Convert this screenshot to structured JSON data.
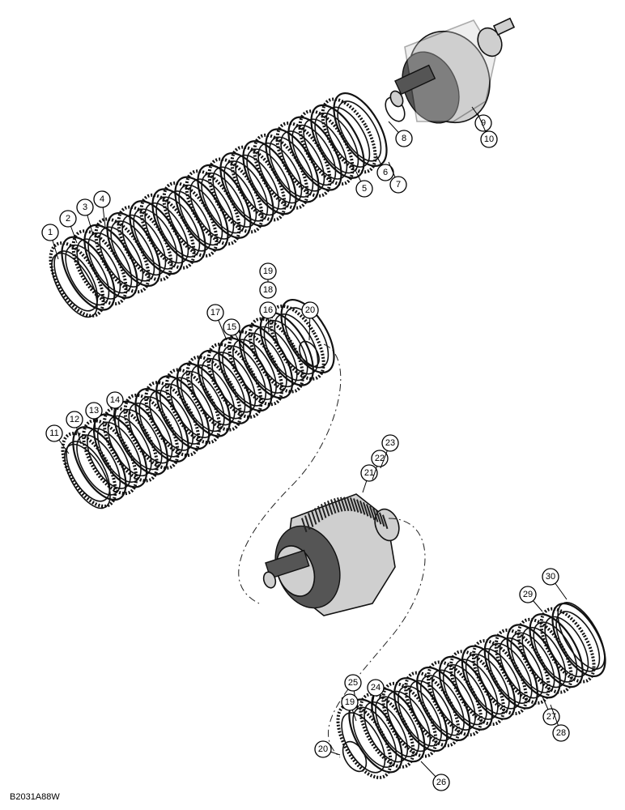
{
  "figure_code": "B2031A88W",
  "callouts": [
    {
      "id": "c1",
      "label": "1"
    },
    {
      "id": "c2",
      "label": "2"
    },
    {
      "id": "c3",
      "label": "3"
    },
    {
      "id": "c4",
      "label": "4"
    },
    {
      "id": "c5",
      "label": "5"
    },
    {
      "id": "c6",
      "label": "6"
    },
    {
      "id": "c7",
      "label": "7"
    },
    {
      "id": "c8",
      "label": "8"
    },
    {
      "id": "c9",
      "label": "9"
    },
    {
      "id": "c10",
      "label": "10"
    },
    {
      "id": "c11",
      "label": "11"
    },
    {
      "id": "c12",
      "label": "12"
    },
    {
      "id": "c13",
      "label": "13"
    },
    {
      "id": "c14",
      "label": "14"
    },
    {
      "id": "c15",
      "label": "15"
    },
    {
      "id": "c16",
      "label": "16"
    },
    {
      "id": "c17",
      "label": "17"
    },
    {
      "id": "c18",
      "label": "18"
    },
    {
      "id": "c19a",
      "label": "19"
    },
    {
      "id": "c20a",
      "label": "20"
    },
    {
      "id": "c21",
      "label": "21"
    },
    {
      "id": "c22",
      "label": "22"
    },
    {
      "id": "c23",
      "label": "23"
    },
    {
      "id": "c24",
      "label": "24"
    },
    {
      "id": "c25",
      "label": "25"
    },
    {
      "id": "c19b",
      "label": "19"
    },
    {
      "id": "c20b",
      "label": "20"
    },
    {
      "id": "c26",
      "label": "26"
    },
    {
      "id": "c27",
      "label": "27"
    },
    {
      "id": "c28",
      "label": "28"
    },
    {
      "id": "c29",
      "label": "29"
    },
    {
      "id": "c30",
      "label": "30"
    }
  ]
}
